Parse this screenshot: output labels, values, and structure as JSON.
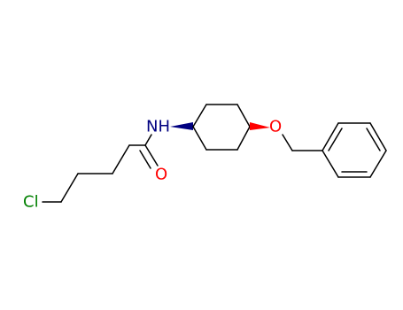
{
  "molecule": {
    "atoms": {
      "cl": {
        "label": "Cl",
        "color": "#008000"
      },
      "o_carbonyl": {
        "label": "O",
        "color": "#ff0000"
      },
      "nh": {
        "label": "NH",
        "color": "#000080"
      },
      "o_ether": {
        "label": "O",
        "color": "#ff0000"
      }
    },
    "wedge_colors": {
      "n_side": "#000080",
      "o_side": "#ff0000"
    },
    "bond_color": "#000000"
  }
}
